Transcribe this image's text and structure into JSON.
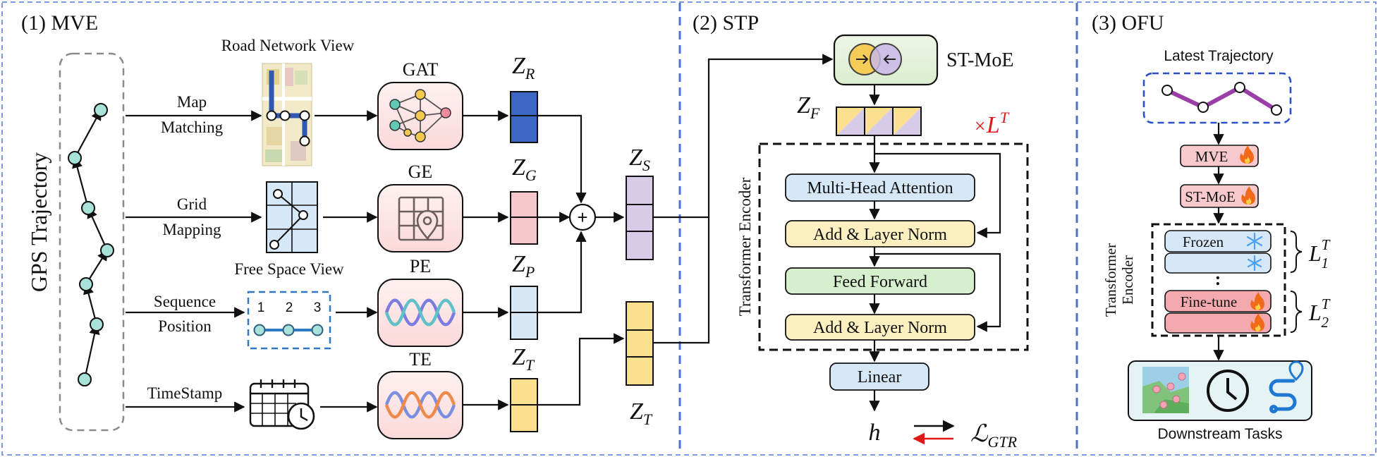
{
  "panels": {
    "mve": {
      "title": "(1) MVE"
    },
    "stp": {
      "title": "(2) STP"
    },
    "ofu": {
      "title": "(3) OFU"
    }
  },
  "mve": {
    "gps_label": "GPS Trajectory",
    "road_network_view": "Road Network View",
    "free_space_view": "Free Space View",
    "map_matching": [
      "Map",
      "Matching"
    ],
    "grid_mapping": [
      "Grid",
      "Mapping"
    ],
    "sequence_position": [
      "Sequence",
      "Position"
    ],
    "timestamp": "TimeStamp",
    "position_numbers": [
      "1",
      "2",
      "3"
    ],
    "encoders": [
      "GAT",
      "GE",
      "PE",
      "TE"
    ],
    "z_r": {
      "base": "Z",
      "sub": "R"
    },
    "z_g": {
      "base": "Z",
      "sub": "G"
    },
    "z_p": {
      "base": "Z",
      "sub": "P"
    },
    "z_t": {
      "base": "Z",
      "sub": "T"
    },
    "z_s": {
      "base": "Z",
      "sub": "S"
    },
    "z_t2": {
      "base": "Z",
      "sub": "T"
    },
    "plus": "+"
  },
  "stp": {
    "st_moe": "ST-MoE",
    "z_f": {
      "base": "Z",
      "sub": "F"
    },
    "times_lt": {
      "prefix": "×",
      "base": "L",
      "sup": "T"
    },
    "encoder_label": "Transformer Encoder",
    "mha": "Multi-Head Attention",
    "add_norm": "Add & Layer Norm",
    "feed_forward": "Feed Forward",
    "linear": "Linear",
    "h": "h",
    "loss": {
      "base": "ℒ",
      "sub": "GTR"
    }
  },
  "ofu": {
    "latest_trajectory": "Latest Trajectory",
    "mve": "MVE",
    "st_moe": "ST-MoE",
    "encoder_label": [
      "Transformer",
      "Encoder"
    ],
    "frozen": "Frozen",
    "dots": ":",
    "fine_tune": "Fine-tune",
    "l1": {
      "base": "L",
      "sub": "1",
      "sup": "T"
    },
    "l2": {
      "base": "L",
      "sub": "2",
      "sup": "T"
    },
    "downstream": "Downstream Tasks"
  },
  "colors": {
    "panel_border": "#6f8fe6",
    "divider": "#4a72d8",
    "z_r": "#3b66c4",
    "z_g": "#f6c6cb",
    "z_p": "#d7e8f6",
    "z_t": "#fbe08f",
    "z_s": "#d8cbe8",
    "mha": "#d6e8f7",
    "add_norm": "#fcefc0",
    "ffn": "#d6efcd",
    "st_moe_box": "#e8f3de",
    "mve_pink": "#f7c9cc",
    "trajectory_purple": "#9b3fa8",
    "node_teal": "#a8e2d8",
    "red": "#e01818"
  },
  "icons": [
    "gps-trajectory-icon",
    "road-network-map-icon",
    "grid-mapping-icon",
    "position-sequence-icon",
    "calendar-clock-icon",
    "graph-network-icon",
    "grid-location-icon",
    "sine-wave-icon",
    "time-wave-icon",
    "merge-circle-icon",
    "fire-icon",
    "snowflake-icon",
    "map-pins-icon",
    "clock-icon",
    "route-icon"
  ]
}
